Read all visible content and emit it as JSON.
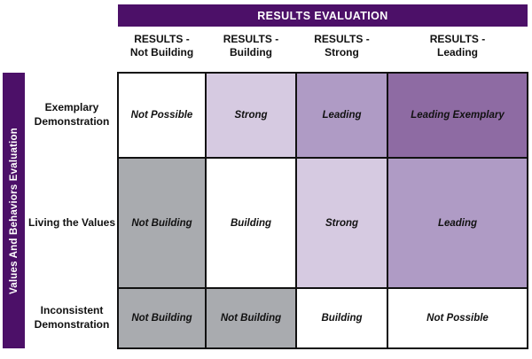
{
  "header": {
    "banner_title": "RESULTS EVALUATION"
  },
  "columns": [
    {
      "line1": "RESULTS -",
      "line2": "Not Building"
    },
    {
      "line1": "RESULTS -",
      "line2": "Building"
    },
    {
      "line1": "RESULTS -",
      "line2": "Strong"
    },
    {
      "line1": "RESULTS -",
      "line2": "Leading"
    }
  ],
  "vertical_axis": {
    "label": "Values And Behaviors Evaluation"
  },
  "rows": [
    {
      "label": "Exemplary Demonstration"
    },
    {
      "label": "Living the Values"
    },
    {
      "label": "Inconsistent Demonstration"
    }
  ],
  "matrix": [
    [
      {
        "value": "Not Possible",
        "level": "lvl-none"
      },
      {
        "value": "Strong",
        "level": "lvl-light"
      },
      {
        "value": "Leading",
        "level": "lvl-medium"
      },
      {
        "value": "Leading Exemplary",
        "level": "lvl-dark"
      }
    ],
    [
      {
        "value": "Not Building",
        "level": "lvl-gray"
      },
      {
        "value": "Building",
        "level": "lvl-none"
      },
      {
        "value": "Strong",
        "level": "lvl-light"
      },
      {
        "value": "Leading",
        "level": "lvl-medium"
      }
    ],
    [
      {
        "value": "Not Building",
        "level": "lvl-gray"
      },
      {
        "value": "Not Building",
        "level": "lvl-gray"
      },
      {
        "value": "Building",
        "level": "lvl-none"
      },
      {
        "value": "Not Possible",
        "level": "lvl-none"
      }
    ]
  ],
  "colors": {
    "brand_purple": "#4C1068",
    "level_dark": "#8E6BA3",
    "level_medium": "#AF9BC5",
    "level_light": "#D6CAE1",
    "level_gray": "#A9ABAF",
    "level_none": "#FFFFFF",
    "border": "#111111"
  }
}
